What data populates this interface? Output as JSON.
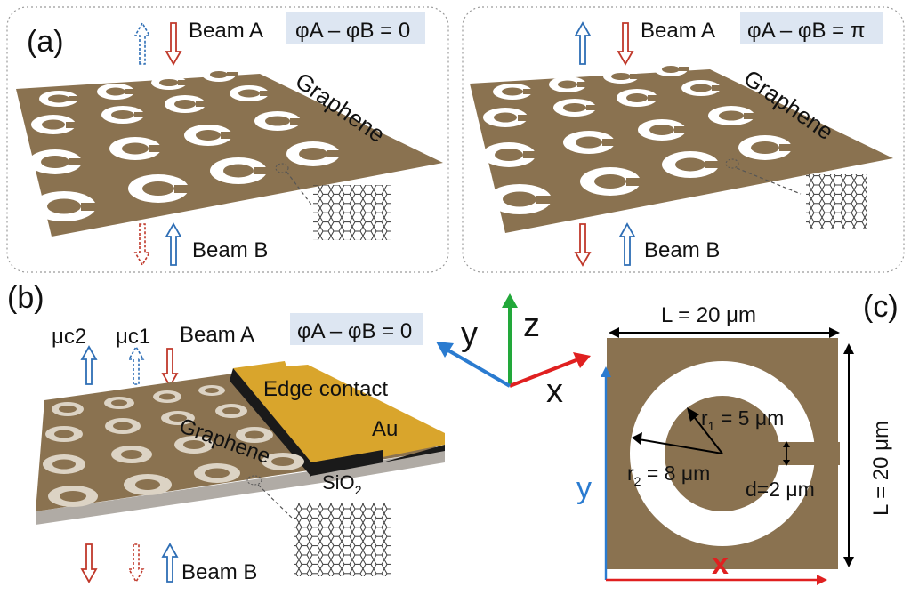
{
  "panel_a_left": {
    "label": "(a)",
    "beam_a": "Beam A",
    "beam_b": "Beam B",
    "phase_eq": "φA – φB = 0",
    "material": "Graphene"
  },
  "panel_a_right": {
    "beam_a": "Beam A",
    "beam_b": "Beam B",
    "phase_eq": "φA – φB = π",
    "material": "Graphene"
  },
  "panel_b": {
    "label": "(b)",
    "mu_c2": "μc2",
    "mu_c1": "μc1",
    "beam_a": "Beam A",
    "beam_b": "Beam B",
    "phase_eq": "φA – φB = 0",
    "graphene": "Graphene",
    "edge_contact": "Edge contact",
    "au": "Au",
    "sio2": "SiO2"
  },
  "axes": {
    "x": "x",
    "y": "y",
    "z": "z"
  },
  "panel_c": {
    "label": "(c)",
    "L_top": "L = 20 μm",
    "L_side": "L = 20 μm",
    "r1": "r1 = 5 μm",
    "r2": "r2 = 8 μm",
    "d": "d=2 μm",
    "x_axis": "x",
    "y_axis": "y"
  },
  "colors": {
    "graphene": "#8a7250",
    "gold": "#d9a52c",
    "beam_down": "#c0392b",
    "beam_up": "#2e6eb5",
    "axis_x": "#e02020",
    "axis_y": "#2a7bd0",
    "axis_z": "#22a83a",
    "phase_box": "#dde6f2"
  }
}
